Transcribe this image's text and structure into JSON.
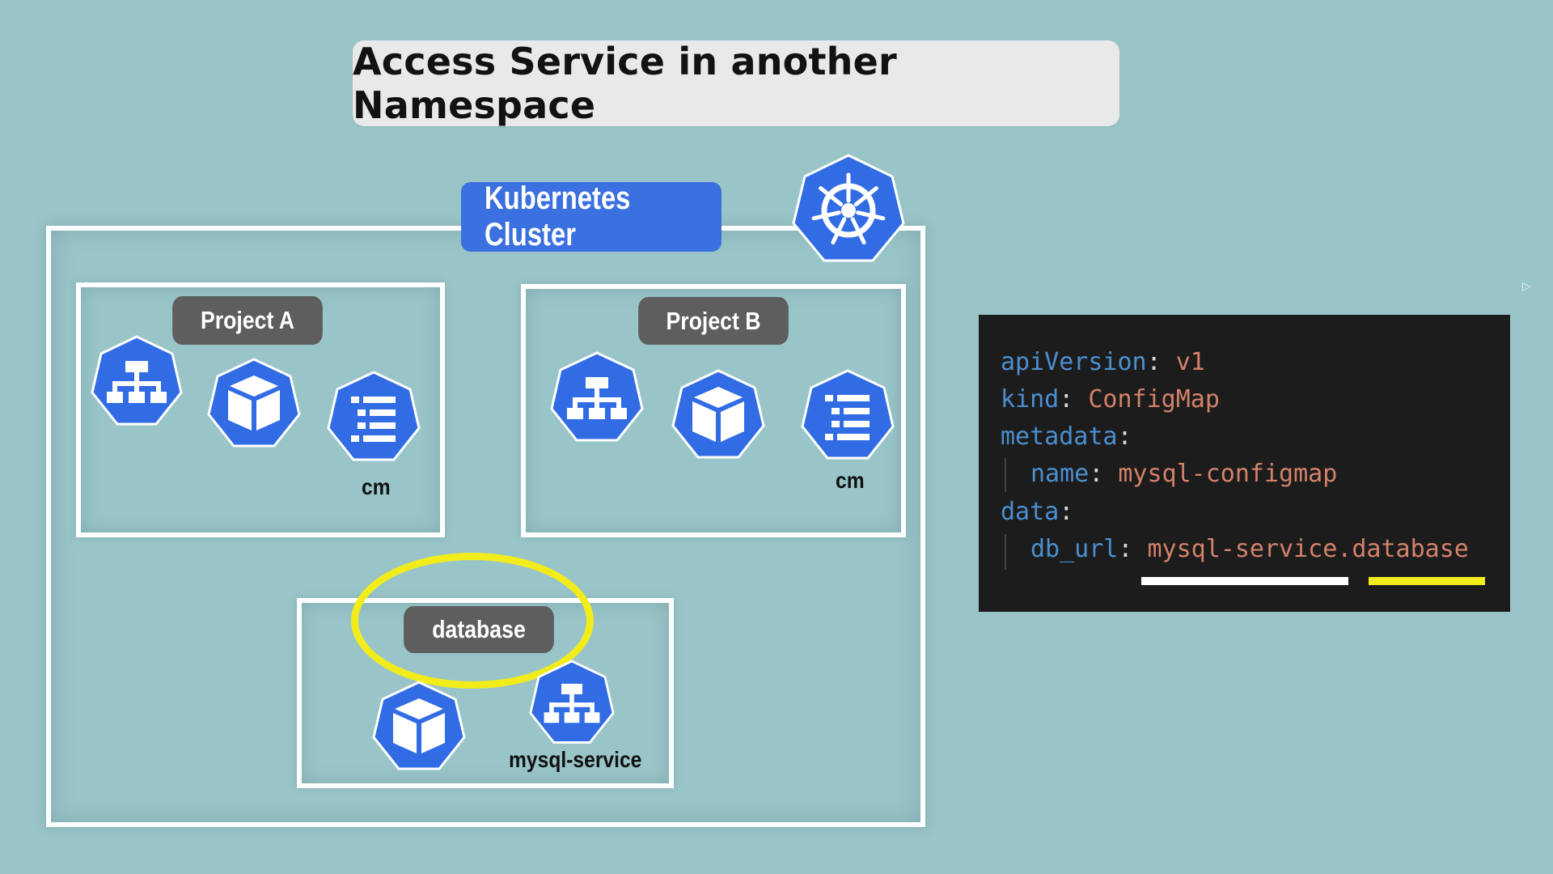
{
  "title": "Access Service in another Namespace",
  "cluster": {
    "label": "Kubernetes Cluster",
    "logo_icon": "kubernetes-helm-icon"
  },
  "namespaces": [
    {
      "label": "Project A",
      "icons": [
        "service-icon",
        "pod-icon",
        "configmap-icon"
      ],
      "captions": [
        "cm"
      ]
    },
    {
      "label": "Project B",
      "icons": [
        "service-icon",
        "pod-icon",
        "configmap-icon"
      ],
      "captions": [
        "cm"
      ]
    },
    {
      "label": "database",
      "icons": [
        "pod-icon",
        "service-icon"
      ],
      "captions": [
        "mysql-service"
      ]
    }
  ],
  "code": {
    "lines": [
      {
        "key": "apiVersion",
        "sep": ": ",
        "value": "v1"
      },
      {
        "key": "kind",
        "sep": ": ",
        "value": "ConfigMap"
      },
      {
        "key": "metadata",
        "sep": ":",
        "value": ""
      },
      {
        "key": "name",
        "sep": ": ",
        "value": "mysql-configmap"
      },
      {
        "key": "data",
        "sep": ":",
        "value": ""
      },
      {
        "key": "db_url",
        "sep": ": ",
        "value": "mysql-service.database"
      }
    ]
  },
  "colors": {
    "background": "#99c5c9",
    "k8s_blue": "#326ce5",
    "highlight_yellow": "#f2ec1a",
    "pill_gray": "#5e5e5e",
    "code_bg": "#1c1c1c",
    "code_key": "#4b8fd0",
    "code_value": "#d4826a"
  }
}
